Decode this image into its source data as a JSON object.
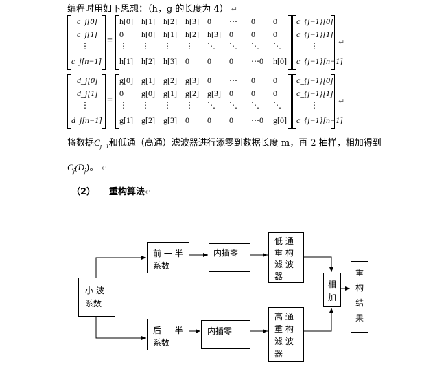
{
  "intro": {
    "text": "编程时用如下思想：（h，g 的长度为 4）"
  },
  "matrix_h": {
    "lhs": [
      "c_j[0]",
      "c_j[1]",
      "⋮",
      "c_j[n−1]"
    ],
    "rows": [
      [
        "h[0]",
        "h[1]",
        "h[2]",
        "h[3]",
        "0",
        "⋯",
        "0",
        "0"
      ],
      [
        "0",
        "h[0]",
        "h[1]",
        "h[2]",
        "h[3]",
        "0",
        "0",
        "0"
      ],
      [
        "⋮",
        "⋮",
        "⋮",
        "⋮",
        "⋱",
        "⋱",
        "⋱",
        "⋱"
      ],
      [
        "h[1]",
        "h[2]",
        "h[3]",
        "0",
        "0",
        "0",
        "⋯0",
        "h[0]"
      ]
    ],
    "rhs": [
      "c_{j−1}[0]",
      "c_{j−1}[1]",
      "⋮",
      "c_{j−1}[n−1]"
    ]
  },
  "matrix_g": {
    "lhs": [
      "d_j[0]",
      "d_j[1]",
      "⋮",
      "d_j[n−1]"
    ],
    "rows": [
      [
        "g[0]",
        "g[1]",
        "g[2]",
        "g[3]",
        "0",
        "⋯",
        "0",
        "0"
      ],
      [
        "0",
        "g[0]",
        "g[1]",
        "g[2]",
        "g[3]",
        "0",
        "0",
        "0"
      ],
      [
        "⋮",
        "⋮",
        "⋮",
        "⋮",
        "⋱",
        "⋱",
        "⋱",
        "⋱"
      ],
      [
        "g[1]",
        "g[2]",
        "g[3]",
        "0",
        "0",
        "0",
        "⋯0",
        "g[0]"
      ]
    ],
    "rhs": [
      "c_{j−1}[0]",
      "c_{j−1}[1]",
      "⋮",
      "c_{j−1}[n−1]"
    ]
  },
  "description": {
    "line1_part1": "将数据",
    "line1_var": "C",
    "line1_var_sub": "j−1",
    "line1_part2": "和低通（高通）滤波器进行添零到数据长度 m，再 2 抽样，相加得到",
    "line2_var": "C",
    "line2_sub": "j",
    "line2_paren": "(D",
    "line2_sub2": "j",
    "line2_end": ")。"
  },
  "section": {
    "number": "（2）",
    "title": "重构算法"
  },
  "paragraph_mark": "↵",
  "diagram": {
    "source": [
      "小  波",
      "系数"
    ],
    "top_split": [
      "前 一 半",
      "系数"
    ],
    "bottom_split": [
      "后 一 半",
      "系数"
    ],
    "top_interp": "内插零",
    "bottom_interp": "内插零",
    "lowpass": [
      "低  通",
      "重  构",
      "滤  波",
      "器"
    ],
    "highpass": [
      "高  通",
      "重  构",
      "滤  波",
      "器"
    ],
    "adder": [
      "相",
      "加"
    ],
    "result": [
      "重",
      "构",
      "结",
      "果"
    ]
  }
}
